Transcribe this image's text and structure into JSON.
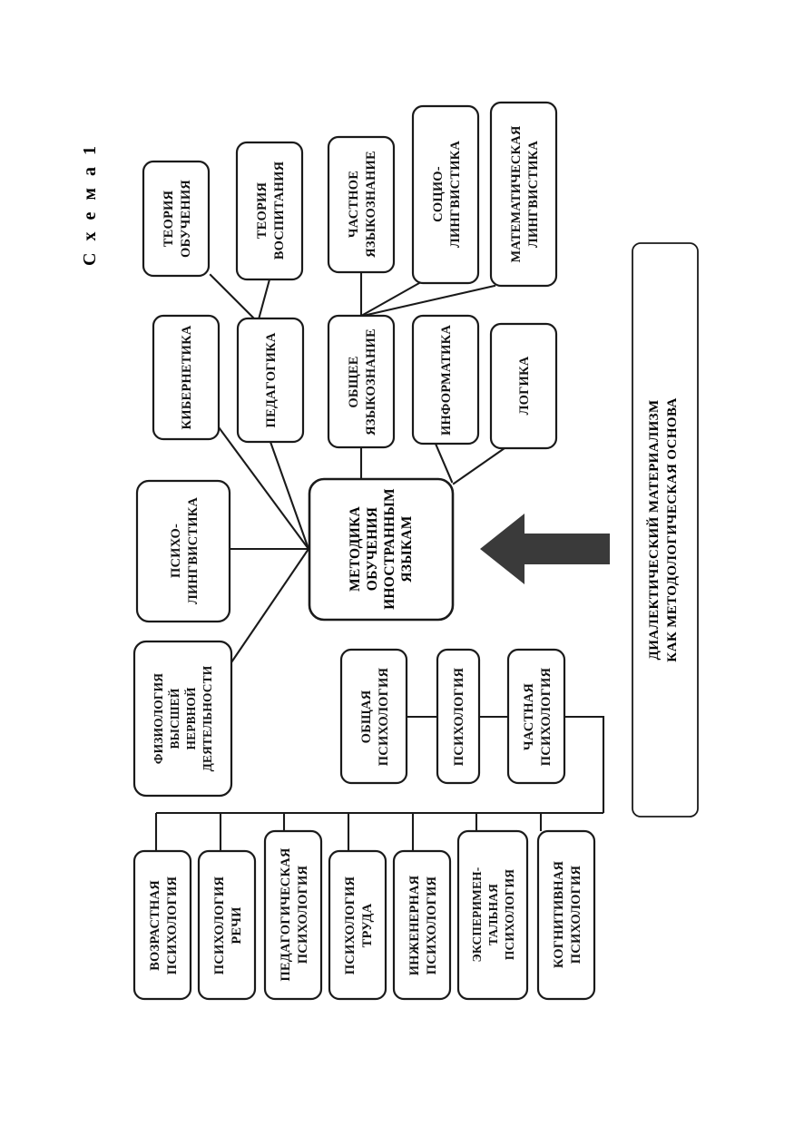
{
  "figure": {
    "title": "С х е м а   1",
    "title_plain": "Схема 1"
  },
  "central_node": {
    "id": "methodology",
    "lines": [
      "МЕТОДИКА",
      "ОБУЧЕНИЯ",
      "ИНОСТРАННЫМ",
      "ЯЗЫКАМ"
    ]
  },
  "foundation_panel": {
    "id": "dialectical-materialism",
    "lines": [
      "ДИАЛЕКТИЧЕСКИЙ МАТЕРИАЛИЗМ",
      "КАК МЕТОДОЛОГИЧЕСКАЯ ОСНОВА"
    ]
  },
  "nodes": [
    {
      "id": "teoriya-obucheniya",
      "lines": [
        "ТЕОРИЯ",
        "ОБУЧЕНИЯ"
      ]
    },
    {
      "id": "teoriya-vospitaniya",
      "lines": [
        "ТЕОРИЯ",
        "ВОСПИТАНИЯ"
      ]
    },
    {
      "id": "chastnoe-yazykoznanie",
      "lines": [
        "ЧАСТНОЕ",
        "ЯЗЫКОЗНАНИЕ"
      ]
    },
    {
      "id": "sociolingvistika",
      "lines": [
        "СОЦИО-",
        "ЛИНГВИСТИКА"
      ]
    },
    {
      "id": "matematicheskaya-lingvistika",
      "lines": [
        "МАТЕМАТИЧЕСКАЯ",
        "ЛИНГВИСТИКА"
      ]
    },
    {
      "id": "kibernetika",
      "lines": [
        "КИБЕРНЕТИКА"
      ]
    },
    {
      "id": "pedagogika",
      "lines": [
        "ПЕДАГОГИКА"
      ]
    },
    {
      "id": "obshchee-yazykoznanie",
      "lines": [
        "ОБЩЕЕ",
        "ЯЗЫКОЗНАНИЕ"
      ]
    },
    {
      "id": "informatika",
      "lines": [
        "ИНФОРМАТИКА"
      ]
    },
    {
      "id": "logika",
      "lines": [
        "ЛОГИКА"
      ]
    },
    {
      "id": "psiholingvistika",
      "lines": [
        "ПСИХО-",
        "ЛИНГВИСТИКА"
      ]
    },
    {
      "id": "fiziologiya-vnd",
      "lines": [
        "ФИЗИОЛОГИЯ",
        "ВЫСШЕЙ",
        "НЕРВНОЙ",
        "ДЕЯТЕЛЬНОСТИ"
      ]
    },
    {
      "id": "obshchaya-psihologiya",
      "lines": [
        "ОБЩАЯ",
        "ПСИХОЛОГИЯ"
      ]
    },
    {
      "id": "psihologiya",
      "lines": [
        "ПСИХОЛОГИЯ"
      ]
    },
    {
      "id": "chastnaya-psihologiya",
      "lines": [
        "ЧАСТНАЯ",
        "ПСИХОЛОГИЯ"
      ]
    },
    {
      "id": "vozrastnaya-psihologiya",
      "lines": [
        "ВОЗРАСТНАЯ",
        "ПСИХОЛОГИЯ"
      ]
    },
    {
      "id": "psihologiya-rechi",
      "lines": [
        "ПСИХОЛОГИЯ",
        "РЕЧИ"
      ]
    },
    {
      "id": "pedagogicheskaya-psihologiya",
      "lines": [
        "ПЕДАГОГИЧЕСКАЯ",
        "ПСИХОЛОГИЯ"
      ]
    },
    {
      "id": "psihologiya-truda",
      "lines": [
        "ПСИХОЛОГИЯ",
        "ТРУДА"
      ]
    },
    {
      "id": "inzhenernaya-psihologiya",
      "lines": [
        "ИНЖЕНЕРНАЯ",
        "ПСИХОЛОГИЯ"
      ]
    },
    {
      "id": "eksperimentalnaya-psihologiya",
      "lines": [
        "ЭКСПЕРИМЕН-",
        "ТАЛЬНАЯ",
        "ПСИХОЛОГИЯ"
      ]
    },
    {
      "id": "kognitivnaya-psihologiya",
      "lines": [
        "КОГНИТИВНАЯ",
        "ПСИХОЛОГИЯ"
      ]
    }
  ],
  "colors": {
    "stroke": "#1a1a1a",
    "background": "#ffffff",
    "arrow_fill": "#3a3a3a",
    "text": "#111111"
  }
}
